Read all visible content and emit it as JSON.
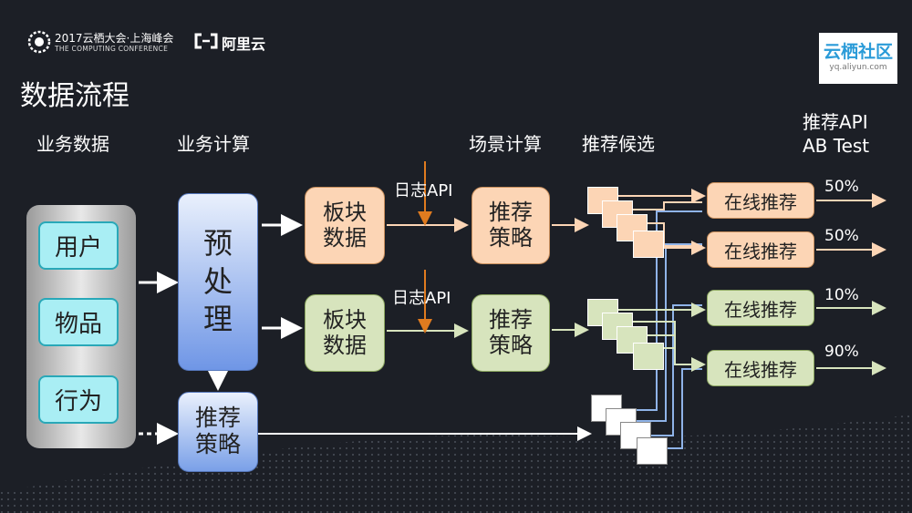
{
  "header": {
    "conf_line1": "2017云栖大会·上海峰会",
    "conf_line2": "THE COMPUTING CONFERENCE",
    "partner_name": "阿里云",
    "brand_name": "云栖社区",
    "brand_url": "yq.aliyun.com",
    "title": "数据流程"
  },
  "columns": {
    "business_data": "业务数据",
    "business_compute": "业务计算",
    "scene_compute": "场景计算",
    "rec_candidates": "推荐候选",
    "rec_api": "推荐API",
    "ab_test": "AB Test"
  },
  "sources": {
    "user": "用户",
    "item": "物品",
    "behavior": "行为"
  },
  "preprocess": {
    "l1": "预",
    "l2": "处",
    "l3": "理"
  },
  "small_strategy": {
    "l1": "推荐",
    "l2": "策略"
  },
  "block_data": {
    "l1": "板块",
    "l2": "数据"
  },
  "log_api": "日志API",
  "strategy": {
    "l1": "推荐",
    "l2": "策略"
  },
  "online_rec": "在线推荐",
  "ab_ratios": [
    "50%",
    "50%",
    "10%",
    "90%"
  ],
  "colors": {
    "orange": "#fcd5b5",
    "green": "#d7e4bd",
    "blue": "#a9c4f0",
    "cyan": "#a9eef4",
    "teal_border": "#29a8b8",
    "arrow_orange": "#e07b1f"
  }
}
